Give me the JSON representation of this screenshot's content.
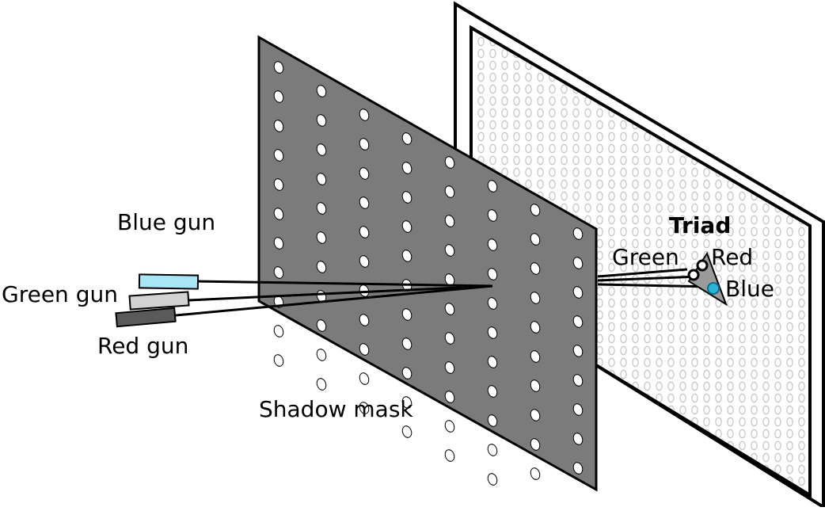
{
  "labels": {
    "blue_gun": "Blue gun",
    "green_gun": "Green gun",
    "red_gun": "Red gun",
    "shadow_mask": "Shadow mask",
    "triad": "Triad",
    "green": "Green",
    "red": "Red",
    "blue": "Blue"
  },
  "colors": {
    "mask": "#7b7b7b",
    "blue_gun": "#a8e6f5",
    "green_gun": "#d2d2d2",
    "red_gun": "#5a5a5a",
    "phosphor_blue": "#2bb5d6",
    "screen_dots": "#c6c6c6"
  },
  "mask_holes": {
    "rows": 11,
    "cols": 8
  }
}
